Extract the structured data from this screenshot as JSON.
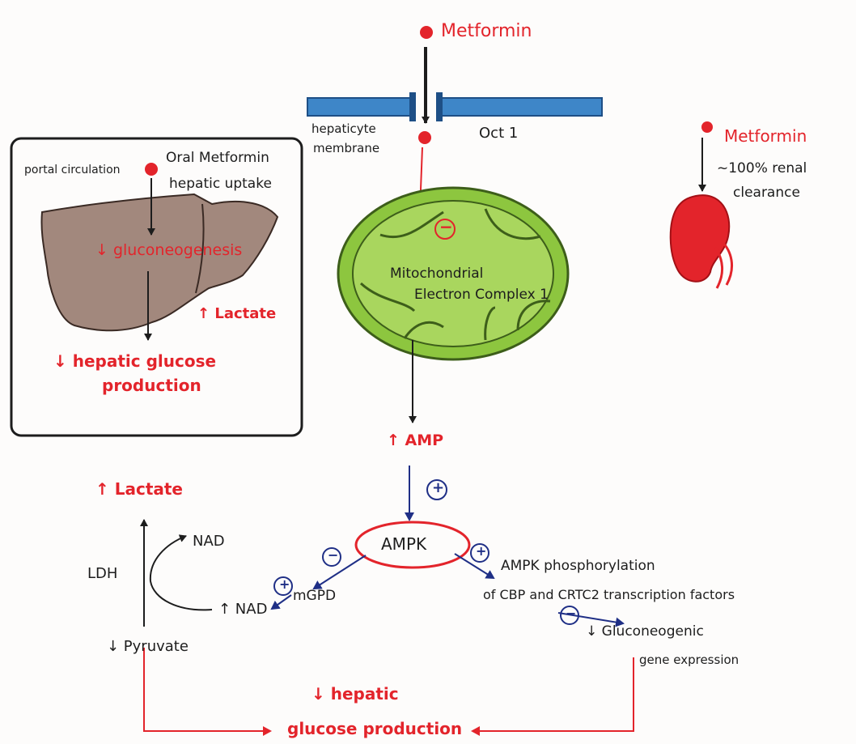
{
  "top": {
    "metformin": "Metformin",
    "membrane": [
      "hepaticyte",
      "membrane"
    ],
    "oct": "Oct 1"
  },
  "inset": {
    "portal": "portal circulation",
    "oral": "Oral Metformin",
    "uptake": "hepatic uptake",
    "gluconeo": "↓ gluconeogenesis",
    "lactate": "↑ Lactate",
    "hgp1": "↓ hepatic glucose",
    "hgp2": "production"
  },
  "kidney": {
    "metformin": "Metformin",
    "clearance1": "~100% renal",
    "clearance2": "clearance"
  },
  "mito": {
    "label1": "Mitochondrial",
    "label2": "Electron Complex 1",
    "inhibit": "−"
  },
  "center": {
    "amp": "↑ AMP",
    "plus1": "+",
    "ampk": "AMPK"
  },
  "left": {
    "lactate": "↑ Lactate",
    "nad_top": "NAD",
    "ldh": "LDH",
    "nadh": "↑ NAD",
    "mgpd": "mGPD",
    "pyruvate": "↓ Pyruvate",
    "minus": "−",
    "plus": "+"
  },
  "right": {
    "plus": "+",
    "phos1": "AMPK phosphorylation",
    "phos2": "of CBP and CRTC2 transcription factors",
    "minus": "−",
    "gene1": "↓ Gluconeogenic",
    "gene2": "gene expression"
  },
  "bottom": {
    "hgp1": "↓ hepatic",
    "hgp2": "glucose production"
  },
  "colors": {
    "red": "#e3242b",
    "navy": "#1f2f86",
    "membrane": "#3e86c8",
    "liver": "#a2887d",
    "mito": "#8dc63f",
    "ink": "#1d1d1d"
  }
}
